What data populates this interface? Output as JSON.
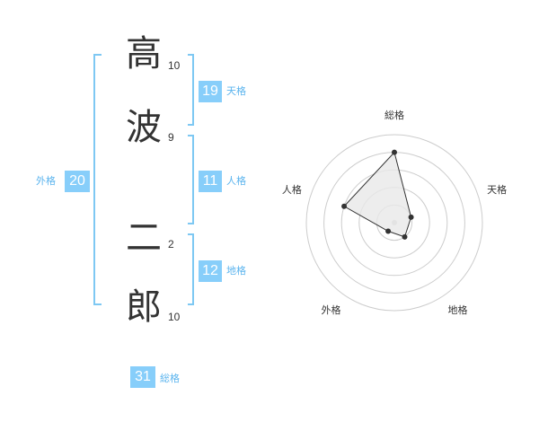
{
  "name": {
    "chars": [
      {
        "char": "高",
        "strokes": "10"
      },
      {
        "char": "波",
        "strokes": "9"
      },
      {
        "char": "二",
        "strokes": "2"
      },
      {
        "char": "郎",
        "strokes": "10"
      }
    ]
  },
  "scores": {
    "tenkaku": {
      "value": "19",
      "label": "天格"
    },
    "jinkaku": {
      "value": "11",
      "label": "人格"
    },
    "chikaku": {
      "value": "12",
      "label": "地格"
    },
    "gaikaku": {
      "value": "20",
      "label": "外格"
    },
    "soukaku": {
      "value": "31",
      "label": "総格"
    }
  },
  "chart_data": {
    "type": "radar",
    "axes": [
      "総格",
      "天格",
      "地格",
      "外格",
      "人格"
    ],
    "rlim": [
      0,
      5
    ],
    "rings": 5,
    "values": [
      4.0,
      1.0,
      1.0,
      0.6,
      3.0
    ],
    "grid": true,
    "colors": {
      "ring": "#cccccc",
      "fill": "#e8e8e8",
      "line": "#333333",
      "point": "#333333",
      "center": "#cccccc"
    }
  }
}
